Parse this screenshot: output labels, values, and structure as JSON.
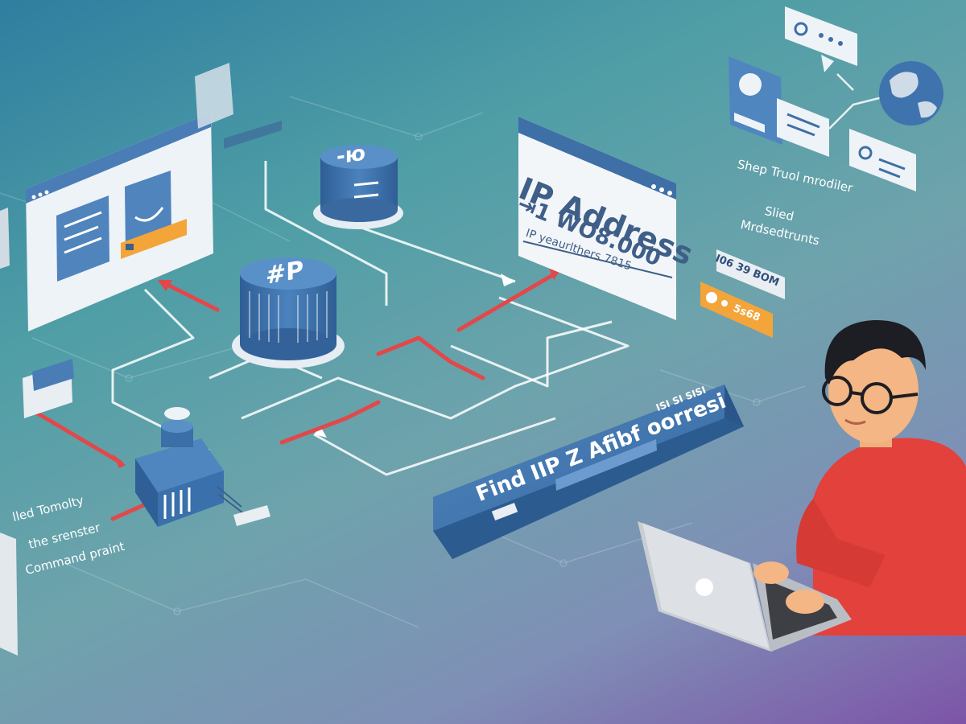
{
  "ip_card": {
    "title": "IP Address",
    "value": "⇥1 WO8.000",
    "subtext": "IP yeaurlthers 7815"
  },
  "search_bar": {
    "text": "Find IIP Z Afibf oorresi",
    "tag": "ISI SI SISI"
  },
  "database_labels": {
    "top": "-ю",
    "middle": "#P"
  },
  "right_text": {
    "line1": "Shep Truol mrodiler",
    "line2": "Slied",
    "line3": "Mrdsedtrunts"
  },
  "badges": {
    "dark": "I06 39 BOM",
    "orange": "5s68"
  },
  "left_text": {
    "line1": "lled Tomolty",
    "line2": "the srenster",
    "line3": "Command praint"
  },
  "colors": {
    "accent_red": "#e2484a",
    "accent_orange": "#f3a53a",
    "panel_blue": "#3e75ad",
    "person_shirt": "#e2413c"
  },
  "icons": {
    "globe": "globe-icon",
    "user": "user-icon",
    "chat": "chat-bubble-icon",
    "database": "database-icon",
    "server": "server-icon",
    "laptop": "laptop-icon"
  }
}
